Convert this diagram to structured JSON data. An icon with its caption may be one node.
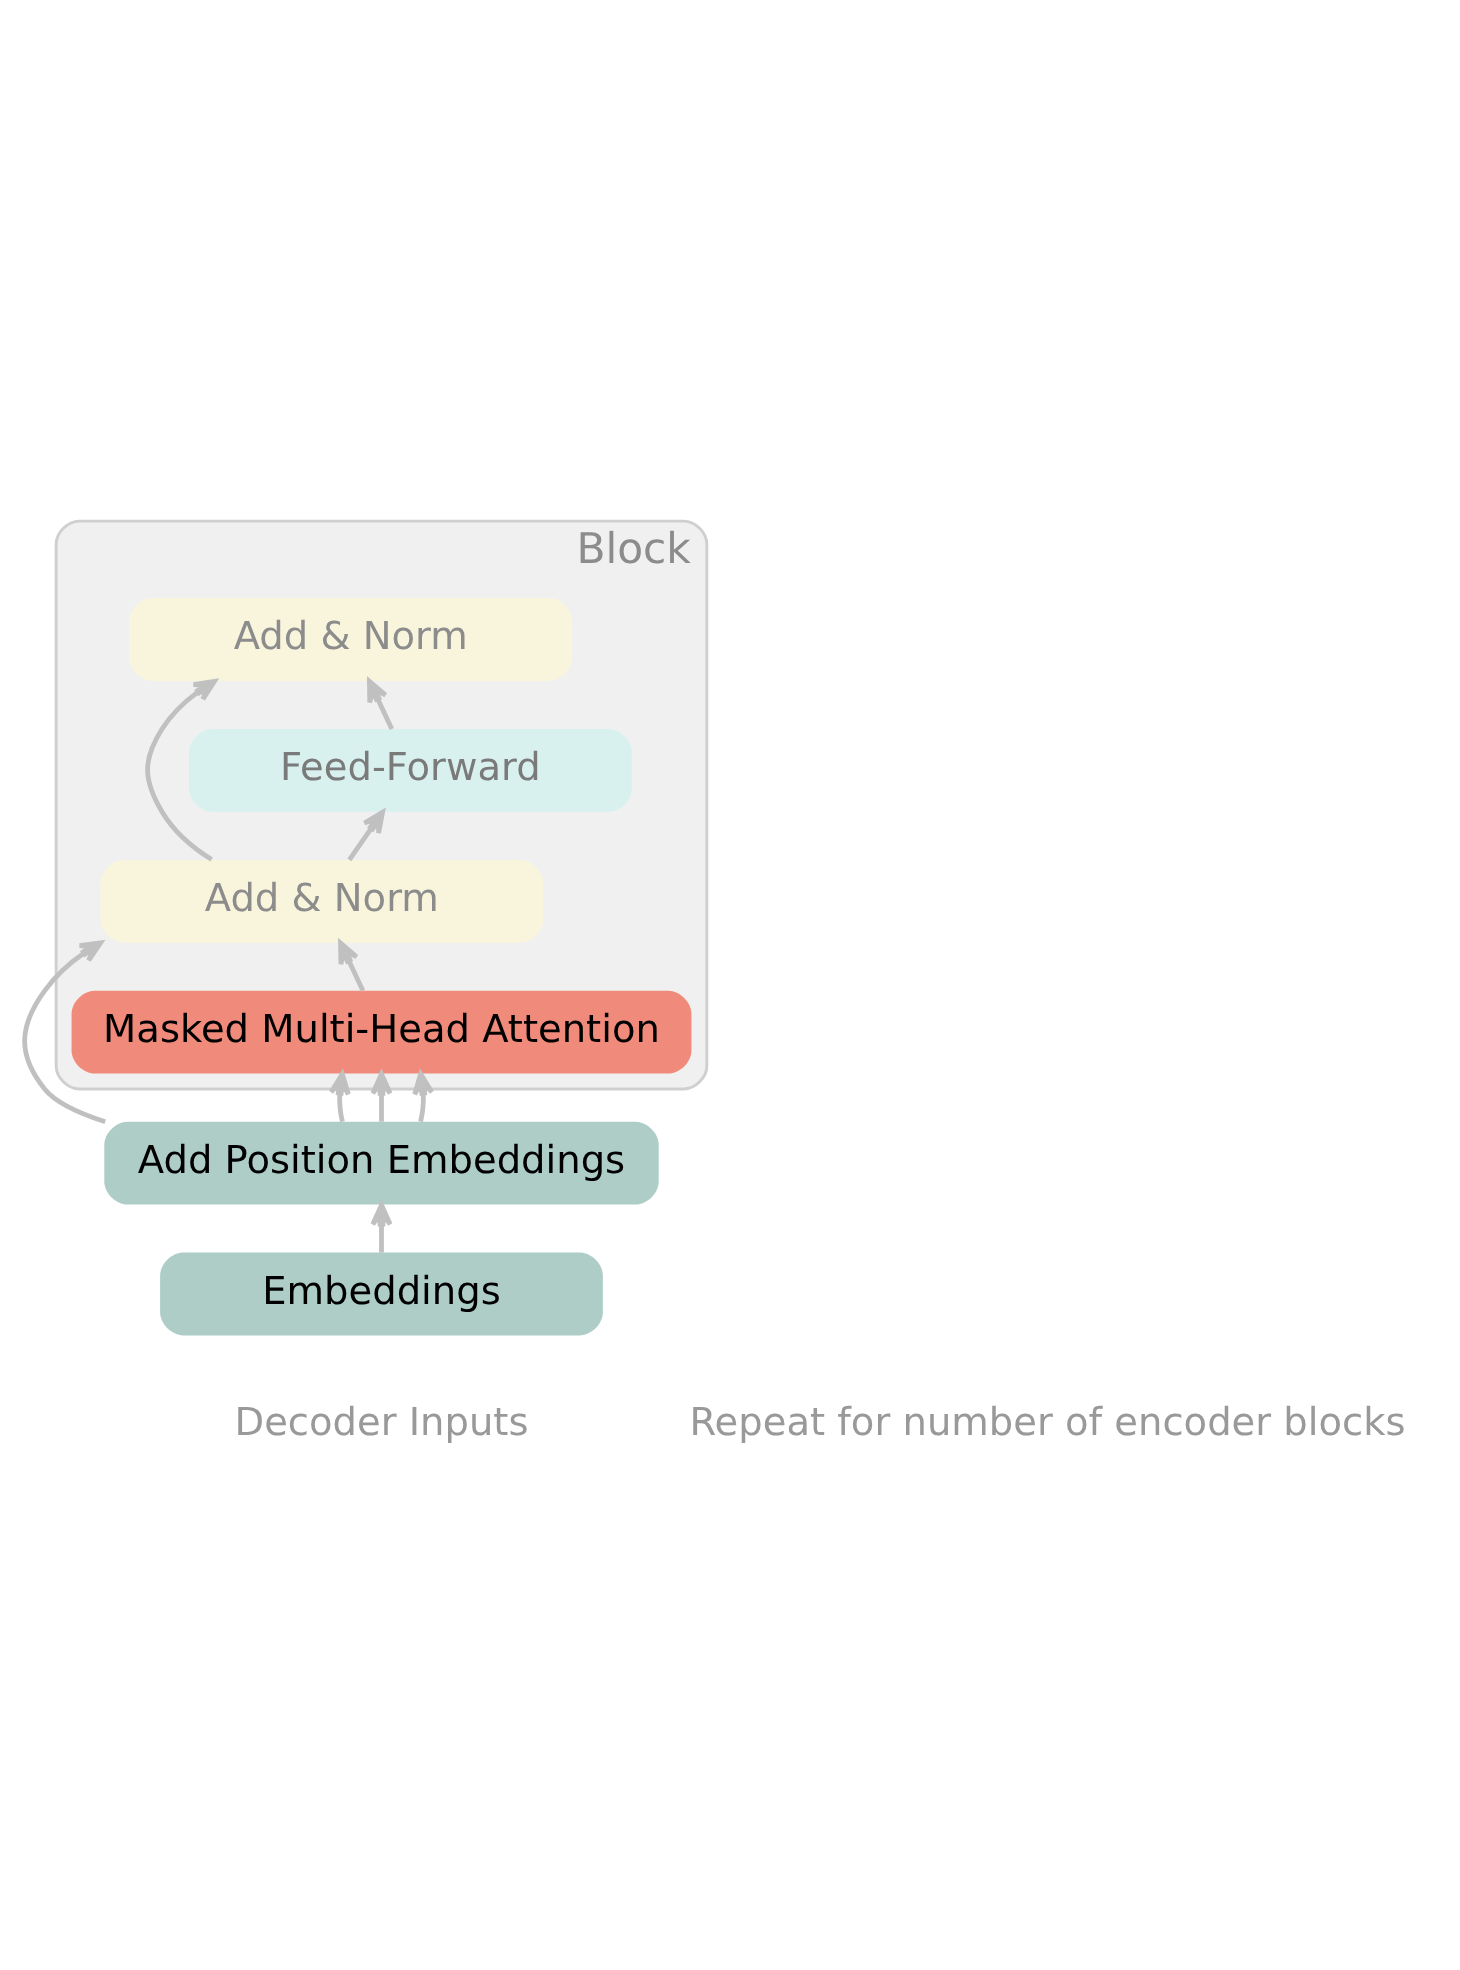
{
  "diagram": {
    "nodes": [
      {
        "text": [
          "Block"
        ]
      },
      {
        "text": [
          "Add & Norm"
        ],
        "in": 0
      },
      {
        "text": [
          "Feed-Forward"
        ],
        "in": 0
      },
      {
        "text": [
          "Add & Norm"
        ],
        "in": 0
      },
      {
        "text": [
          "Masked Multi-Head Attention"
        ],
        "in": 0
      },
      {
        "text": [
          "Add Position Embeddings"
        ]
      },
      {
        "text": [
          "Embeddings"
        ]
      }
    ],
    "edges": [
      {
        "from": 6,
        "to": 5,
        "arrow": "to"
      },
      {
        "from": 5,
        "to": 4,
        "arrow": "to"
      },
      {
        "from": 5,
        "to": 4,
        "arrow": "to"
      },
      {
        "from": 5,
        "to": 4,
        "arrow": "to"
      },
      {
        "from": 5,
        "to": 3,
        "arrow": "to"
      },
      {
        "from": 4,
        "to": 3,
        "arrow": "to"
      },
      {
        "from": 3,
        "to": 2,
        "arrow": "to"
      },
      {
        "from": 3,
        "to": 1,
        "arrow": "to"
      },
      {
        "from": 2,
        "to": 1,
        "arrow": "to"
      }
    ],
    "labels": [
      "Repeat for number of encoder blocks",
      "Decoder Inputs"
    ]
  }
}
